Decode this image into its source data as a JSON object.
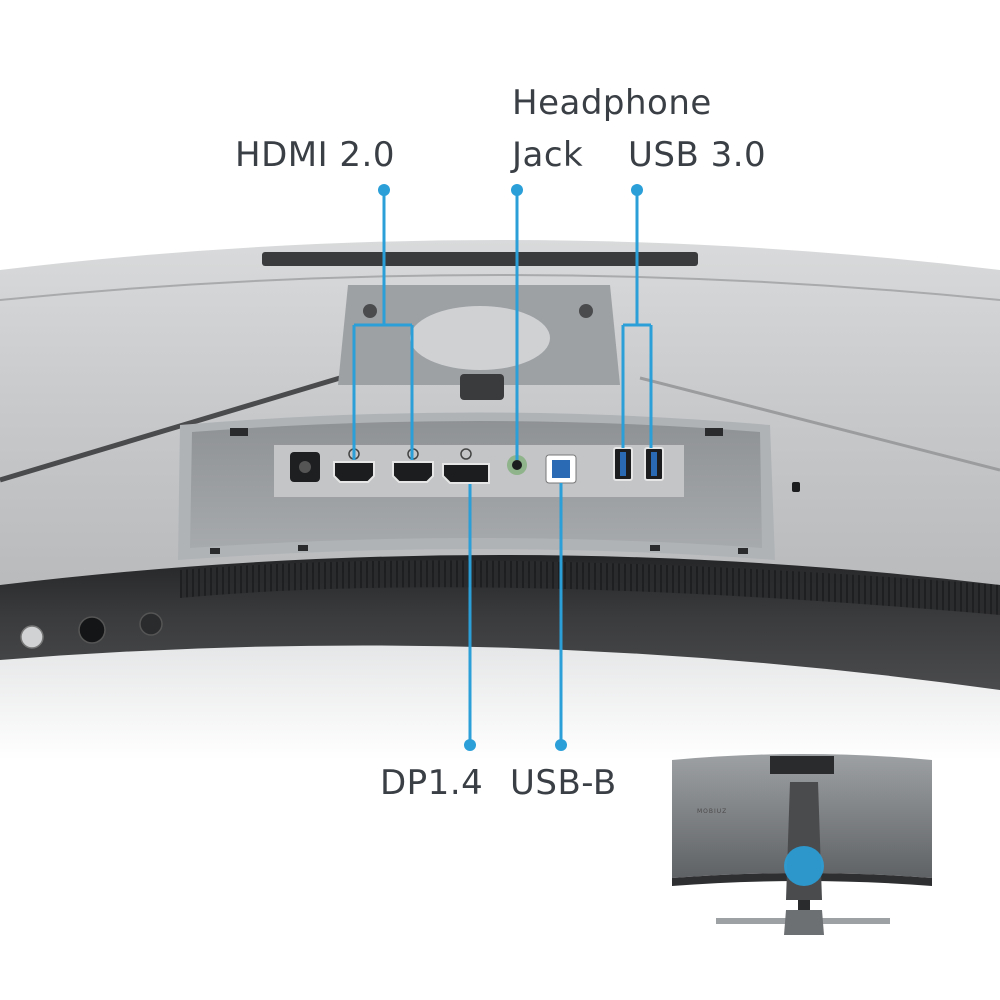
{
  "labels": {
    "hdmi": "HDMI 2.0",
    "headphone_line1": "Headphone",
    "headphone_line2": "Jack",
    "usb3": "USB 3.0",
    "dp": "DP1.4",
    "usbb": "USB-B"
  },
  "inset": {
    "brand": "MOBIUZ"
  },
  "colors": {
    "accent": "#2a9fd8",
    "label_text": "#3a3f45",
    "bezel_dark": "#2e2f31",
    "housing_light": "#c4c6c8",
    "panel_grey": "#a9acaf"
  },
  "icons": {
    "power": "power-icon",
    "joystick": "joystick-icon",
    "lock": "kensington-lock-icon"
  }
}
